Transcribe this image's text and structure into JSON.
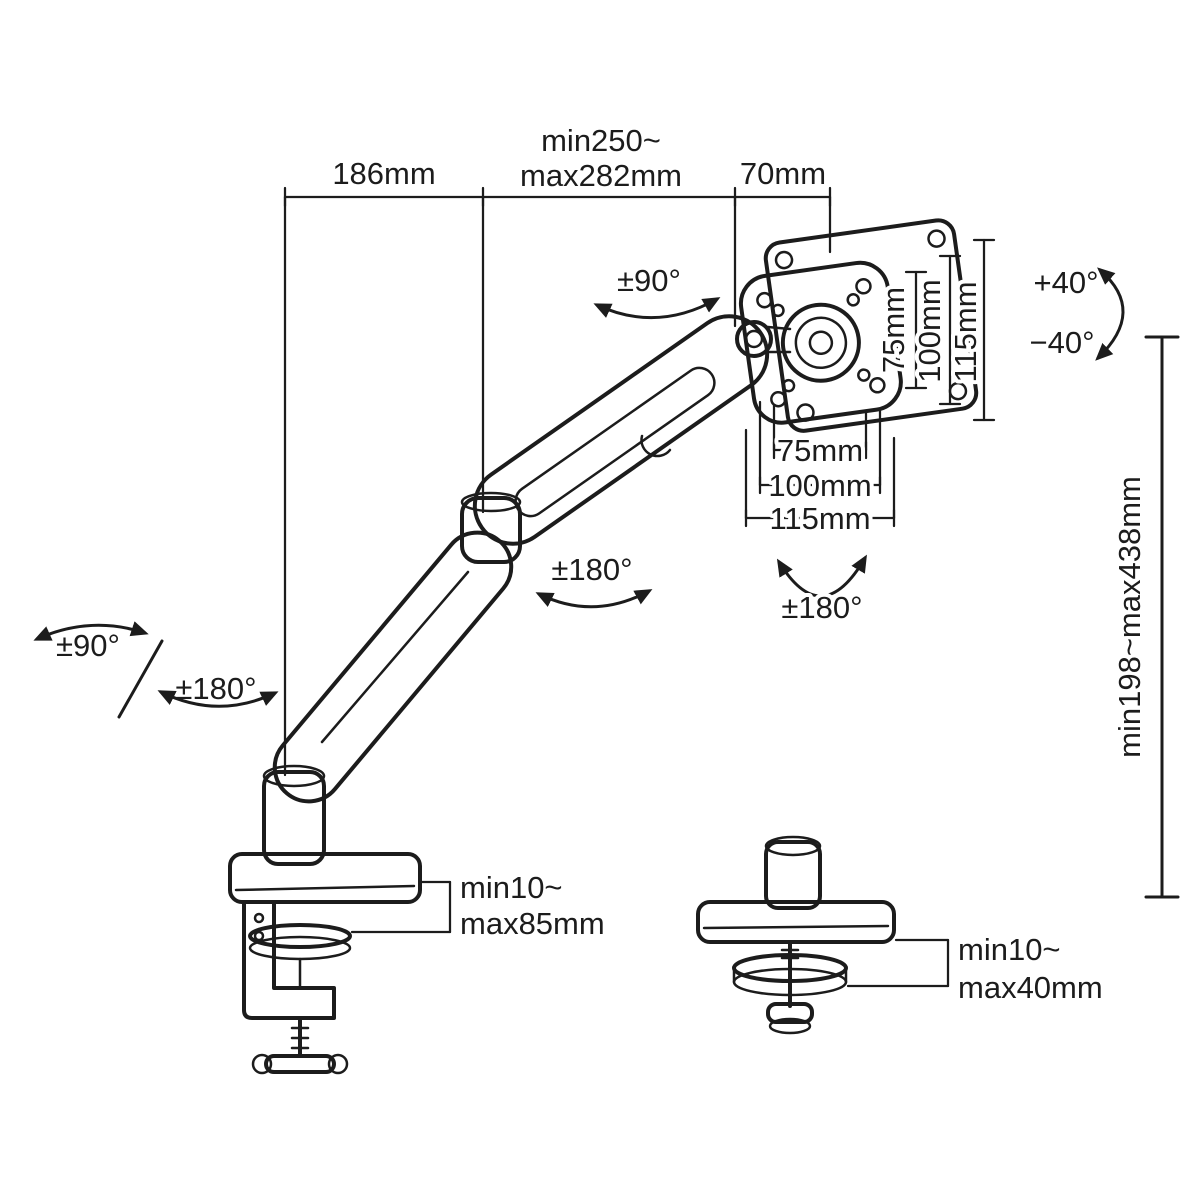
{
  "dimensions": {
    "top_left": "186mm",
    "top_mid_line1": "min250~",
    "top_mid_line2": "max282mm",
    "top_right": "70mm",
    "vesa_vertical": [
      "75mm",
      "100mm",
      "115mm"
    ],
    "vesa_horizontal": [
      "75mm",
      "100mm",
      "115mm"
    ],
    "height_range": "min198~max438mm",
    "clamp_line1": "min10~",
    "clamp_line2": "max85mm",
    "grommet_line1": "min10~",
    "grommet_line2": "max40mm"
  },
  "angles": {
    "tilt_up": "+40°",
    "tilt_down": "−40°",
    "swivel_head": "±90°",
    "rotate_elbow": "±180°",
    "rotate_vesa": "±180°",
    "swivel_base": "±90°",
    "rotate_base": "±180°"
  },
  "colors": {
    "line": "#1c1c1c",
    "background": "#ffffff"
  }
}
